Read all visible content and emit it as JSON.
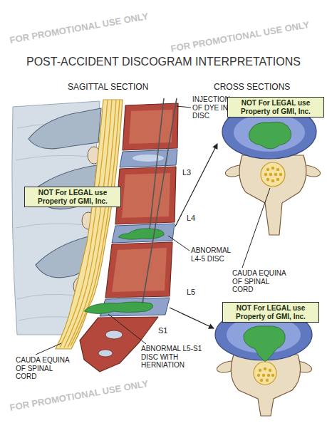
{
  "diagram": {
    "title": "POST-ACCIDENT DISCOGRAM INTERPRETATIONS",
    "nodes": [
      {
        "text": [
          "NOT For LEGAL use Property of GMI, Inc."
        ]
      },
      {
        "text": [
          "NOT For LEGAL use Property of GMI, Inc."
        ]
      },
      {
        "text": [
          "NOT For LEGAL use Property of GMI, Inc."
        ]
      }
    ],
    "labels": [
      "SAGITTAL SECTION",
      "CROSS SECTIONS",
      "INJECTION OF DYE INTO DISC",
      "L3",
      "L4",
      "L5",
      "S1",
      "ABNORMAL L4-5 DISC",
      "CAUDA EQUINA OF SPINAL CORD",
      "CAUDA EQUINA OF SPINAL CORD",
      "ABNORMAL L5-S1 DISC WITH HERNIATION",
      "FOR PROMOTIONAL USE ONLY",
      "FOR PROMOTIONAL USE ONLY",
      "FOR PROMOTIONAL USE ONLY"
    ]
  }
}
